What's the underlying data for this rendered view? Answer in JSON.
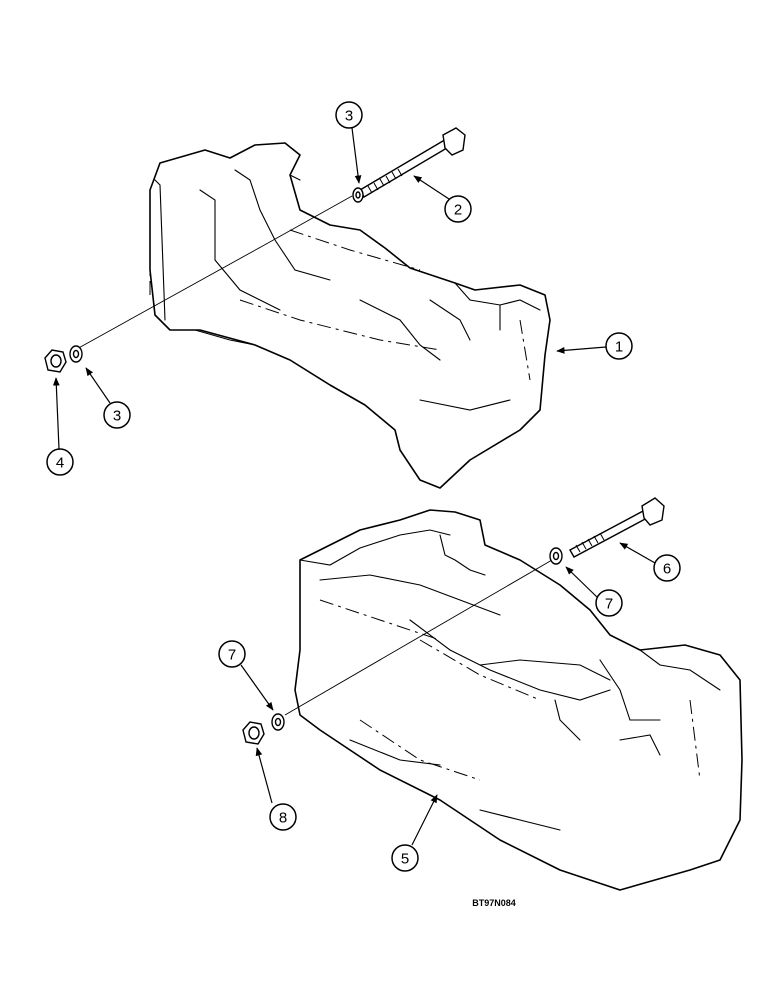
{
  "figure_code": "BT97N084",
  "callouts": [
    {
      "id": "c1",
      "label": "1"
    },
    {
      "id": "c2",
      "label": "2"
    },
    {
      "id": "c3a",
      "label": "3"
    },
    {
      "id": "c3b",
      "label": "3"
    },
    {
      "id": "c4",
      "label": "4"
    },
    {
      "id": "c5",
      "label": "5"
    },
    {
      "id": "c6",
      "label": "6"
    },
    {
      "id": "c7a",
      "label": "7"
    },
    {
      "id": "c7b",
      "label": "7"
    },
    {
      "id": "c8",
      "label": "8"
    }
  ]
}
